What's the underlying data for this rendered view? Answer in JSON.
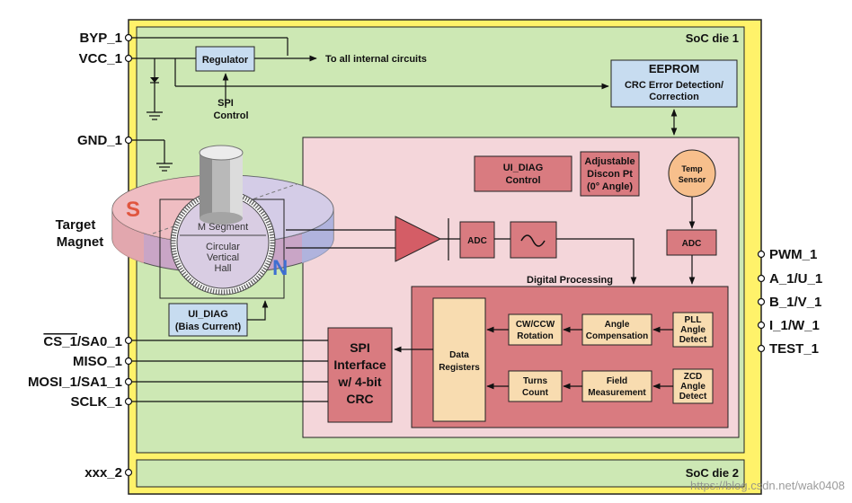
{
  "dies": {
    "die1_label": "SoC die 1",
    "die2_label": "SoC die 2"
  },
  "pins_left": {
    "byp": "BYP_1",
    "vcc": "VCC_1",
    "gnd": "GND_1",
    "cs_bar": "CS_1",
    "cs_rest": "/SA0_1",
    "miso": "MISO_1",
    "mosi": "MOSI_1/SA1_1",
    "sclk": "SCLK_1",
    "xxx": "xxx_2"
  },
  "pins_right": {
    "pwm": "PWM_1",
    "a": "A_1/U_1",
    "b": "B_1/V_1",
    "i": "I_1/W_1",
    "test": "TEST_1"
  },
  "regulator": {
    "label": "Regulator",
    "out_text": "To all internal circuits",
    "spi_line1": "SPI",
    "spi_line2": "Control"
  },
  "eeprom": {
    "title": "EEPROM",
    "line1": "CRC Error Detection/",
    "line2": "Correction"
  },
  "magnet": {
    "target_line1": "Target",
    "target_line2": "Magnet",
    "s": "S",
    "n": "N",
    "m_segment": "M Segment",
    "hall_line1": "Circular",
    "hall_line2": "Vertical",
    "hall_line3": "Hall"
  },
  "ui_diag_bias": {
    "line1": "UI_DIAG",
    "line2": "(Bias Current)"
  },
  "ui_diag_control": {
    "line1": "UI_DIAG",
    "line2": "Control"
  },
  "discon": {
    "line1": "Adjustable",
    "line2": "Discon Pt",
    "line3": "(0° Angle)"
  },
  "temp": {
    "line1": "Temp",
    "line2": "Sensor"
  },
  "adc_label": "ADC",
  "digital_processing": "Digital Processing",
  "blocks": {
    "data_registers_1": "Data",
    "data_registers_2": "Registers",
    "cw_1": "CW/CCW",
    "cw_2": "Rotation",
    "angle_comp_1": "Angle",
    "angle_comp_2": "Compensation",
    "pll_1": "PLL",
    "pll_2": "Angle",
    "pll_3": "Detect",
    "turns_1": "Turns",
    "turns_2": "Count",
    "field_1": "Field",
    "field_2": "Measurement",
    "zcd_1": "ZCD",
    "zcd_2": "Angle",
    "zcd_3": "Detect"
  },
  "spi_block": {
    "line1": "SPI",
    "line2": "Interface",
    "line3": "w/ 4-bit",
    "line4": "CRC"
  },
  "watermark": "https://blog.csdn.net/wak0408",
  "colors": {
    "die_fill": "#fff26a",
    "die_inner": "#cde8b4",
    "frame": "#222222",
    "pink": "#f4d6da",
    "block": "#d97b80",
    "block_dark": "#c8686d",
    "bluebox": "#c7dcf0",
    "tan": "#f8dcb0",
    "temp": "#f7bf8c",
    "amp": "#d45d66"
  }
}
